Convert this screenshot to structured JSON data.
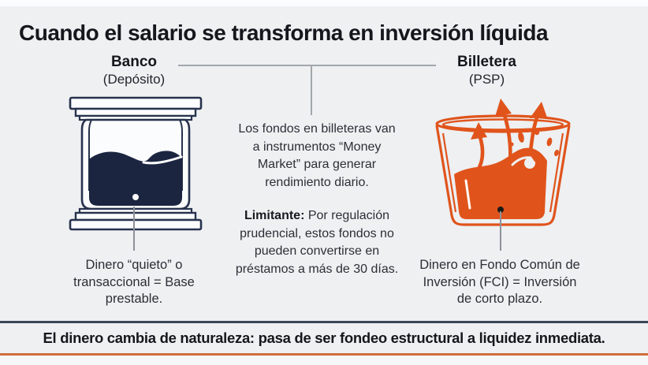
{
  "title": "Cuando el salario se transforma en inversión líquida",
  "left_column": {
    "header": "Banco",
    "subheader": "(Depósito)",
    "icon": "bank-deposit-tank-icon",
    "caption": "Dinero “quieto” o transaccional = Base prestable."
  },
  "right_column": {
    "header": "Billetera",
    "subheader": "(PSP)",
    "icon": "wallet-splashing-glass-evaporation-icon",
    "caption": "Dinero en Fondo Común de Inversión (FCI) = Inversión de corto plazo."
  },
  "center": {
    "paragraph": "Los fondos en billeteras van a instrumentos “Money Market” para generar rendimiento diario.",
    "limitante_label": "Limitante:",
    "limitante_text": " Por regulación prudencial, estos fondos no pueden convertirse en préstamos a más de 30 días."
  },
  "footer": {
    "text": "El dinero cambia de naturaleza: pasa de ser fondeo estructural a liquidez inmediata."
  },
  "colors": {
    "background": "#eef0f2",
    "navy_liquid": "#1b2540",
    "navy_outline": "#27324d",
    "orange": "#e0541c",
    "footer_top_line": "#3a4557",
    "footer_bottom_line": "#cf6f3c",
    "connector_gray": "#a2a7ab"
  }
}
